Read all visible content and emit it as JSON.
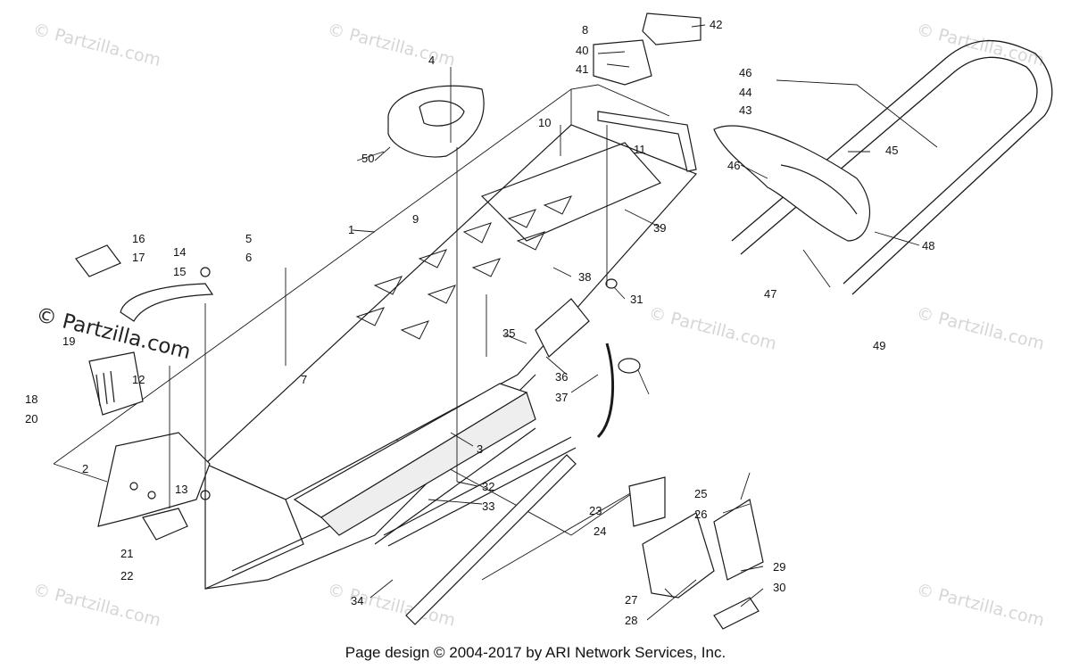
{
  "footer": "Page design © 2004-2017 by ARI Network Services, Inc.",
  "watermark": "© Partzilla.com",
  "callouts": [
    "1",
    "2",
    "3",
    "4",
    "5",
    "6",
    "7",
    "8",
    "9",
    "10",
    "11",
    "12",
    "13",
    "14",
    "15",
    "16",
    "17",
    "18",
    "19",
    "20",
    "21",
    "22",
    "23",
    "24",
    "25",
    "26",
    "27",
    "28",
    "29",
    "30",
    "31",
    "32",
    "33",
    "34",
    "35",
    "36",
    "37",
    "38",
    "39",
    "40",
    "41",
    "42",
    "43",
    "44",
    "45",
    "46",
    "47",
    "48",
    "49",
    "50"
  ],
  "colors": {
    "line": "#1a1a1a",
    "watermark": "#d6d6d6",
    "background": "#ffffff"
  }
}
